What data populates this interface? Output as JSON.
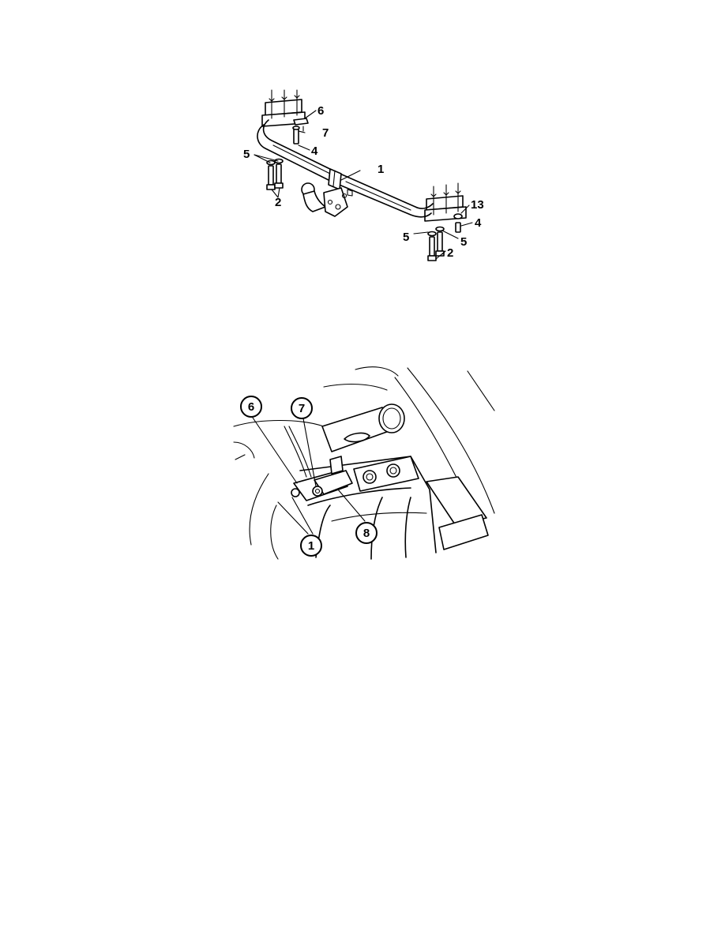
{
  "figure1": {
    "labels": {
      "tow_bar": "1",
      "bolt_left": "2",
      "bolt_right": "2",
      "bolt_upper_left": "4",
      "bolt_upper_right": "4",
      "washer_left": "5",
      "washer_right_a": "5",
      "washer_right_b": "5",
      "plate": "6",
      "screw": "7",
      "nut": "13"
    }
  },
  "figure2": {
    "labels": {
      "tow_bar": "1",
      "plate": "6",
      "screw": "7",
      "bracket": "8"
    }
  }
}
